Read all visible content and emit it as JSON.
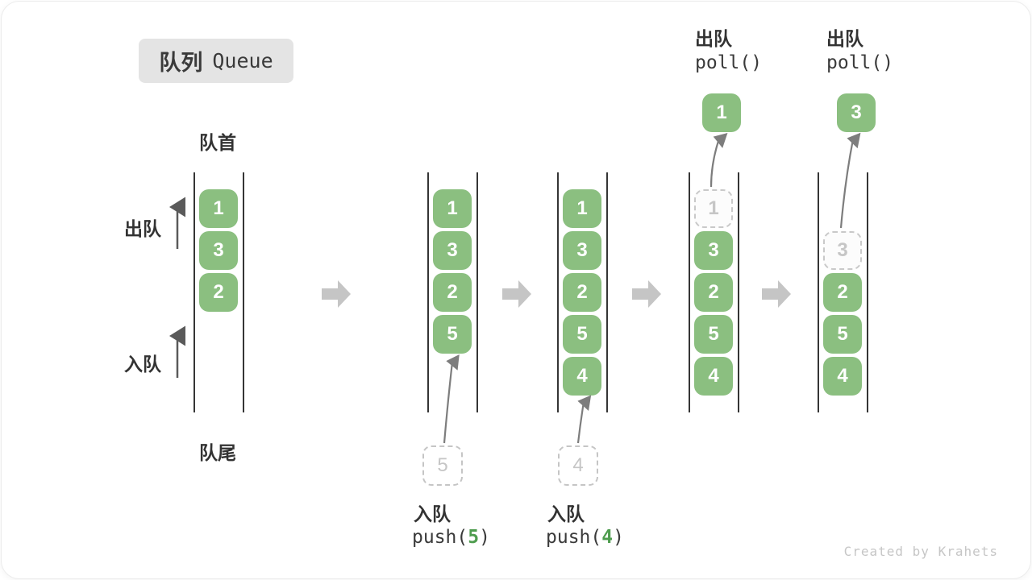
{
  "title": {
    "zh": "队列",
    "en": "Queue"
  },
  "side_labels": {
    "front": "队首",
    "rear": "队尾",
    "dequeue": "出队",
    "enqueue": "入队"
  },
  "states": {
    "s1": {
      "boxes": [
        "1",
        "3",
        "2"
      ]
    },
    "s2": {
      "boxes": [
        "1",
        "3",
        "2",
        "5"
      ],
      "incoming": "5",
      "op_label": "入队",
      "op_fn": "push(",
      "op_arg": "5",
      "op_close": ")"
    },
    "s3": {
      "boxes": [
        "1",
        "3",
        "2",
        "5",
        "4"
      ],
      "incoming": "4",
      "op_label": "入队",
      "op_fn": "push(",
      "op_arg": "4",
      "op_close": ")"
    },
    "s4": {
      "removed": "1",
      "boxes": [
        "3",
        "2",
        "5",
        "4"
      ],
      "out_value": "1",
      "op_label": "出队",
      "op_code": "poll()"
    },
    "s5": {
      "removed": "3",
      "boxes": [
        "2",
        "5",
        "4"
      ],
      "out_value": "3",
      "op_label": "出队",
      "op_code": "poll()"
    }
  },
  "watermark": "Created by Krahets",
  "colors": {
    "box_green": "#8bbf80",
    "code_arg_green": "#4f9d4f",
    "transition_arrow_gray": "#c5c5c5",
    "badge_gray": "#e4e4e4",
    "dashed_gray": "#c5c5c5",
    "line_dark": "#353535"
  }
}
